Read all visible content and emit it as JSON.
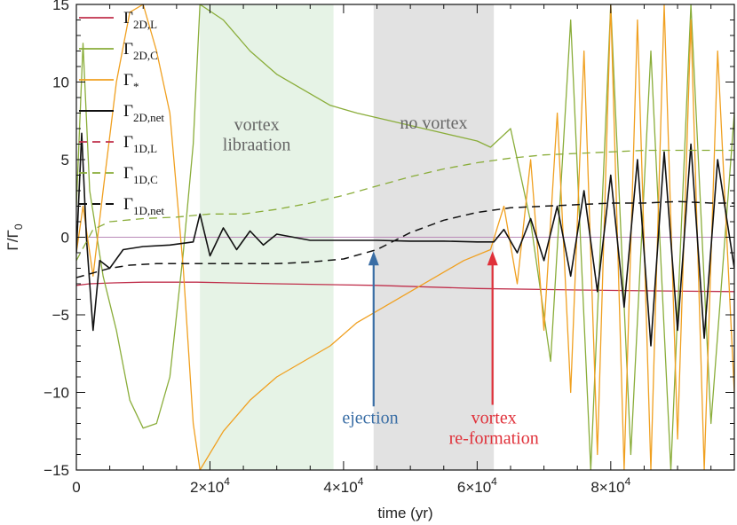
{
  "chart_data": {
    "type": "line",
    "xlabel": "time (yr)",
    "ylabel": "Γ/Γ",
    "ylabel_sub": "0",
    "xlim": [
      0,
      98500
    ],
    "ylim": [
      -15,
      15
    ],
    "grid": false,
    "legend_position": "top-left",
    "x_ticks": [
      {
        "value": 0,
        "label": "0"
      },
      {
        "value": 20000,
        "label": "2×10",
        "exp": "4"
      },
      {
        "value": 40000,
        "label": "4×10",
        "exp": "4"
      },
      {
        "value": 60000,
        "label": "6×10",
        "exp": "4"
      },
      {
        "value": 80000,
        "label": "8×10",
        "exp": "4"
      }
    ],
    "y_ticks": [
      {
        "value": 15,
        "label": "15"
      },
      {
        "value": 10,
        "label": "10"
      },
      {
        "value": 5,
        "label": "5"
      },
      {
        "value": 0,
        "label": "0"
      },
      {
        "value": -5,
        "label": "−5"
      },
      {
        "value": -10,
        "label": "−10"
      },
      {
        "value": -15,
        "label": "−15"
      }
    ],
    "reference_line": {
      "y": 0,
      "color": "#b98ab8"
    },
    "shaded_regions": [
      {
        "x": [
          18500,
          38500
        ],
        "color": "#e6f3e6",
        "text": [
          "vortex",
          "libraation"
        ],
        "text_color": "#666666",
        "text_x": 27000,
        "text_y": [
          6.9,
          5.6
        ]
      },
      {
        "x": [
          44500,
          62500
        ],
        "color": "#e2e2e2",
        "text": [
          "no vortex"
        ],
        "text_color": "#666666",
        "text_x": 53500,
        "text_y": [
          7.0
        ]
      }
    ],
    "annotations": [
      {
        "text": [
          "ejection"
        ],
        "color": "#3a6ea5",
        "arrow_x": 44500,
        "arrow_from": -10.9,
        "arrow_to": -0.9,
        "text_x": 44000,
        "text_y": [
          -12.0
        ]
      },
      {
        "text": [
          "vortex",
          "re-formation"
        ],
        "color": "#e0313a",
        "arrow_x": 62300,
        "arrow_from": -10.8,
        "arrow_to": -0.9,
        "text_x": 62500,
        "text_y": [
          -12.0,
          -13.3
        ]
      }
    ],
    "series": [
      {
        "name": "Γ",
        "sub": "2D,L",
        "color": "#c0304c",
        "dash": "solid",
        "width": 1.3,
        "x": [
          0,
          2000,
          5000,
          10000,
          18000,
          30000,
          45000,
          60000,
          75000,
          85000,
          98500
        ],
        "y": [
          -3.1,
          -3.0,
          -2.95,
          -2.9,
          -2.9,
          -3.0,
          -3.1,
          -3.3,
          -3.4,
          -3.45,
          -3.5
        ]
      },
      {
        "name": "Γ",
        "sub": "2D,C",
        "color": "#8aad3a",
        "dash": "solid",
        "width": 1.3,
        "x": [
          0,
          1000,
          2000,
          4000,
          6000,
          8000,
          10000,
          12000,
          14000,
          16000,
          17500,
          18500,
          22000,
          26000,
          30000,
          34000,
          38000,
          42000,
          46000,
          50000,
          54000,
          58000,
          60000,
          62000,
          65000,
          68000,
          71000,
          74000,
          77000,
          80000,
          83000,
          86000,
          89000,
          92000,
          95000,
          98500
        ],
        "y": [
          2.0,
          12.5,
          3.0,
          -2.5,
          -6.0,
          -10.5,
          -12.3,
          -12.0,
          -9.0,
          -1.0,
          6.0,
          15.0,
          14.0,
          12.0,
          10.5,
          9.5,
          8.5,
          8.0,
          7.6,
          7.2,
          6.8,
          6.4,
          6.2,
          5.8,
          7.0,
          1.0,
          -8.0,
          14.0,
          -15.0,
          15.0,
          -14.0,
          12.0,
          -15.0,
          15.0,
          -12.0,
          8.0
        ]
      },
      {
        "name": "Γ",
        "sub": "*",
        "color": "#f0a020",
        "dash": "solid",
        "width": 1.3,
        "x": [
          0,
          1000,
          2500,
          4000,
          6000,
          8000,
          10000,
          12000,
          14000,
          16000,
          17500,
          18500,
          22000,
          26000,
          30000,
          34000,
          38000,
          42000,
          46000,
          50000,
          54000,
          58000,
          62000,
          64000,
          66000,
          68000,
          70000,
          72000,
          74000,
          76000,
          78000,
          80000,
          82000,
          84000,
          86000,
          88000,
          90000,
          92000,
          94000,
          96000,
          98500
        ],
        "y": [
          -1.0,
          2.0,
          -2.5,
          3.0,
          10.0,
          14.5,
          15.0,
          12.0,
          8.0,
          -2.0,
          -12.0,
          -15.0,
          -12.5,
          -10.5,
          -9.0,
          -8.0,
          -7.0,
          -5.5,
          -4.5,
          -3.5,
          -2.5,
          -1.5,
          -0.8,
          2.0,
          -3.0,
          5.0,
          -6.0,
          8.0,
          -10.0,
          12.0,
          -14.0,
          15.0,
          -15.0,
          14.0,
          -15.0,
          15.0,
          -13.0,
          14.0,
          -15.0,
          12.0,
          -10.0
        ]
      },
      {
        "name": "Γ",
        "sub": "2D,net",
        "color": "#111111",
        "dash": "solid",
        "width": 1.6,
        "x": [
          0,
          800,
          1500,
          2500,
          3500,
          5000,
          7000,
          10000,
          14000,
          17500,
          18500,
          20000,
          22000,
          24000,
          26000,
          28000,
          30000,
          35000,
          40000,
          45000,
          50000,
          55000,
          60000,
          62500,
          64000,
          66000,
          68000,
          70000,
          72000,
          74000,
          76000,
          78000,
          80000,
          82000,
          84000,
          86000,
          88000,
          90000,
          92000,
          94000,
          96000,
          98500
        ],
        "y": [
          -1.0,
          6.7,
          0.0,
          -6.0,
          -1.5,
          -2.0,
          -0.8,
          -0.6,
          -0.5,
          -0.3,
          1.5,
          -1.2,
          0.6,
          -0.8,
          0.4,
          -0.5,
          0.2,
          -0.2,
          -0.2,
          -0.2,
          -0.25,
          -0.25,
          -0.3,
          -0.3,
          0.5,
          -1.0,
          1.2,
          -1.5,
          2.0,
          -2.5,
          3.0,
          -3.5,
          4.0,
          -4.5,
          5.0,
          -7.0,
          5.5,
          -6.0,
          6.0,
          -6.5,
          5.0,
          -2.0
        ]
      },
      {
        "name": "Γ",
        "sub": "1D,L",
        "color": "#c0304c",
        "dash": "dashed",
        "width": 1.3,
        "x": [],
        "y": []
      },
      {
        "name": "Γ",
        "sub": "1D,C",
        "color": "#8aad3a",
        "dash": "dashed",
        "width": 1.3,
        "x": [
          0,
          2500,
          5000,
          10000,
          15000,
          20000,
          25000,
          30000,
          35000,
          40000,
          45000,
          50000,
          55000,
          60000,
          65000,
          70000,
          75000,
          80000,
          85000,
          90000,
          95000,
          98500
        ],
        "y": [
          -1.5,
          0.5,
          1.0,
          1.2,
          1.3,
          1.5,
          1.5,
          1.8,
          2.2,
          2.7,
          3.3,
          3.9,
          4.4,
          4.8,
          5.1,
          5.3,
          5.4,
          5.5,
          5.6,
          5.6,
          5.6,
          5.6
        ]
      },
      {
        "name": "Γ",
        "sub": "1D,net",
        "color": "#111111",
        "dash": "dashed",
        "width": 1.5,
        "x": [
          0,
          2500,
          5000,
          8000,
          12000,
          16000,
          20000,
          25000,
          30000,
          35000,
          40000,
          45000,
          50000,
          55000,
          60000,
          65000,
          70000,
          75000,
          80000,
          85000,
          90000,
          95000,
          98500
        ],
        "y": [
          -2.6,
          -2.3,
          -2.0,
          -1.8,
          -1.7,
          -1.7,
          -1.7,
          -1.7,
          -1.7,
          -1.6,
          -1.4,
          -0.8,
          0.3,
          1.1,
          1.6,
          1.9,
          2.0,
          2.1,
          2.2,
          2.2,
          2.3,
          2.2,
          2.2
        ]
      }
    ]
  }
}
